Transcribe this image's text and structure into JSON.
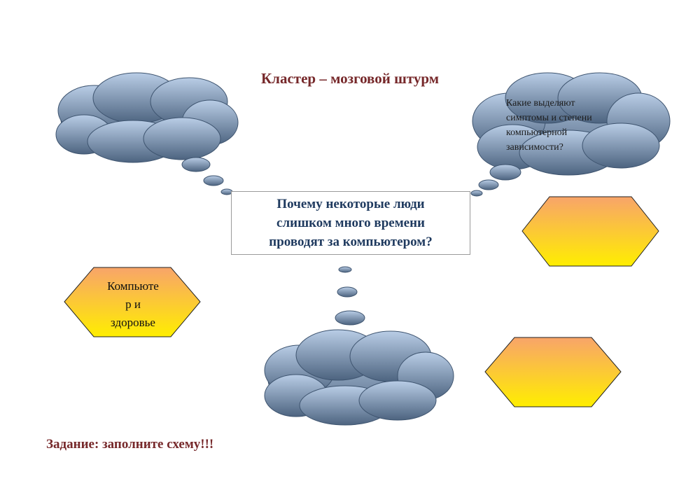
{
  "title": "Кластер – мозговой штурм",
  "center_question": "Почему некоторые люди\nслишком много времени\nпроводят за компьютером?",
  "cloud_question": "Какие выделяют\nсимптомы и степени\nкомпьютерной\nзависимости?",
  "hexagon_left_text": "Компьюте\nр и\nздоровье",
  "task": "Задание: заполните схему!!!",
  "colors": {
    "title": "#76282a",
    "cloud_light": "#b9cde6",
    "cloud_dark": "#4d6480",
    "hex_top": "#f8a46a",
    "hex_bottom": "#ffee00",
    "center_text": "#1f3a5f"
  }
}
